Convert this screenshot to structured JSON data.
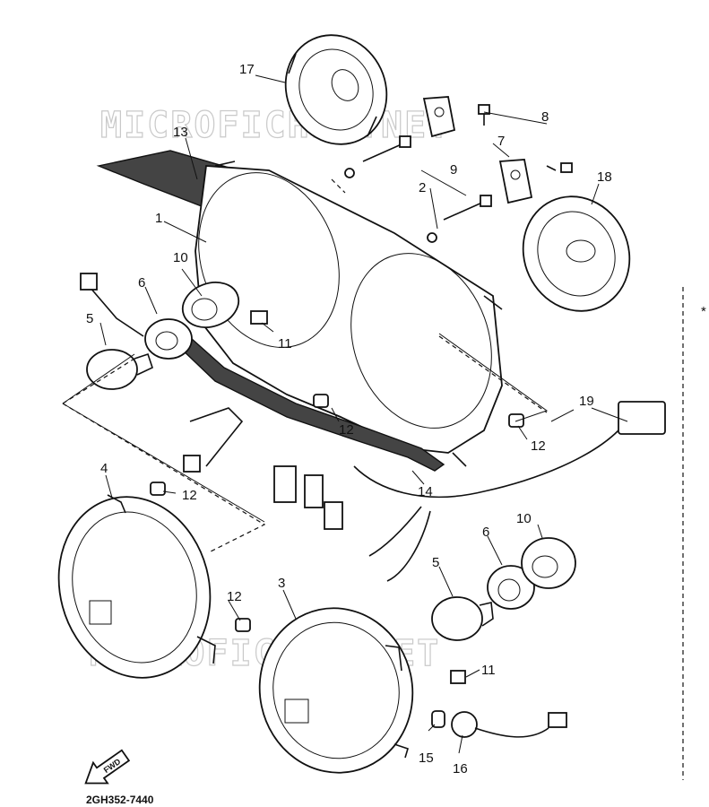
{
  "watermark": [
    "MICROFICHES.NET",
    "MICROFICHES.NET"
  ],
  "drawing_code": "2GH352-7440",
  "front_arrow": "FWD",
  "side_mark": "*",
  "callouts": {
    "n1": "1",
    "n2": "2",
    "n3": "3",
    "n4": "4",
    "n5a": "5",
    "n5b": "5",
    "n6a": "6",
    "n6b": "6",
    "n7": "7",
    "n8": "8",
    "n9": "9",
    "n10a": "10",
    "n10b": "10",
    "n11a": "11",
    "n11b": "11",
    "n12a": "12",
    "n12b": "12",
    "n12c": "12",
    "n12d": "12",
    "n13": "13",
    "n14": "14",
    "n15": "15",
    "n16": "16",
    "n17": "17",
    "n18": "18",
    "n19": "19"
  }
}
